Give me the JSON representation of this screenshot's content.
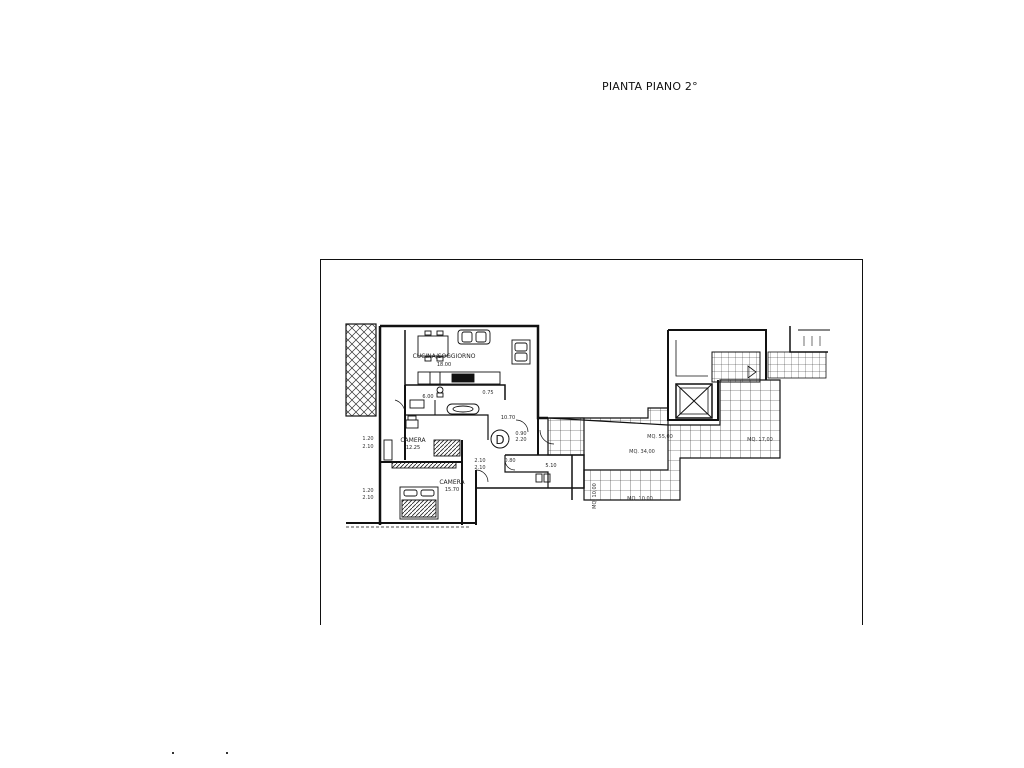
{
  "title": "PIANTA PIANO 2°",
  "rooms": {
    "kitchen": {
      "name": "CUCINA/SOGGIORNO",
      "area": "18.00"
    },
    "bath": {
      "area": "6.00"
    },
    "hall": {
      "area": "10.70"
    },
    "camera1": {
      "name": "CAMERA",
      "area": "12.25"
    },
    "camera2": {
      "name": "CAMERA",
      "area": "15.70"
    },
    "storage": {
      "area": "5.10"
    }
  },
  "marks": {
    "D": "D",
    "door1": "0.90",
    "door1b": "2.20",
    "win1": "1.20",
    "win1b": "2.10",
    "win2": "1.20",
    "win2b": "2.10",
    "mq1": "MQ. 55,00",
    "mq2": "MQ. 34,00",
    "mq3": "MQ. 17,00",
    "mq4": "MQ. 10,00",
    "mq5": "MQ. 10,00",
    "small1": "0.75",
    "small2": "2.10",
    "small3": "0.80",
    "small4": "2.10"
  }
}
